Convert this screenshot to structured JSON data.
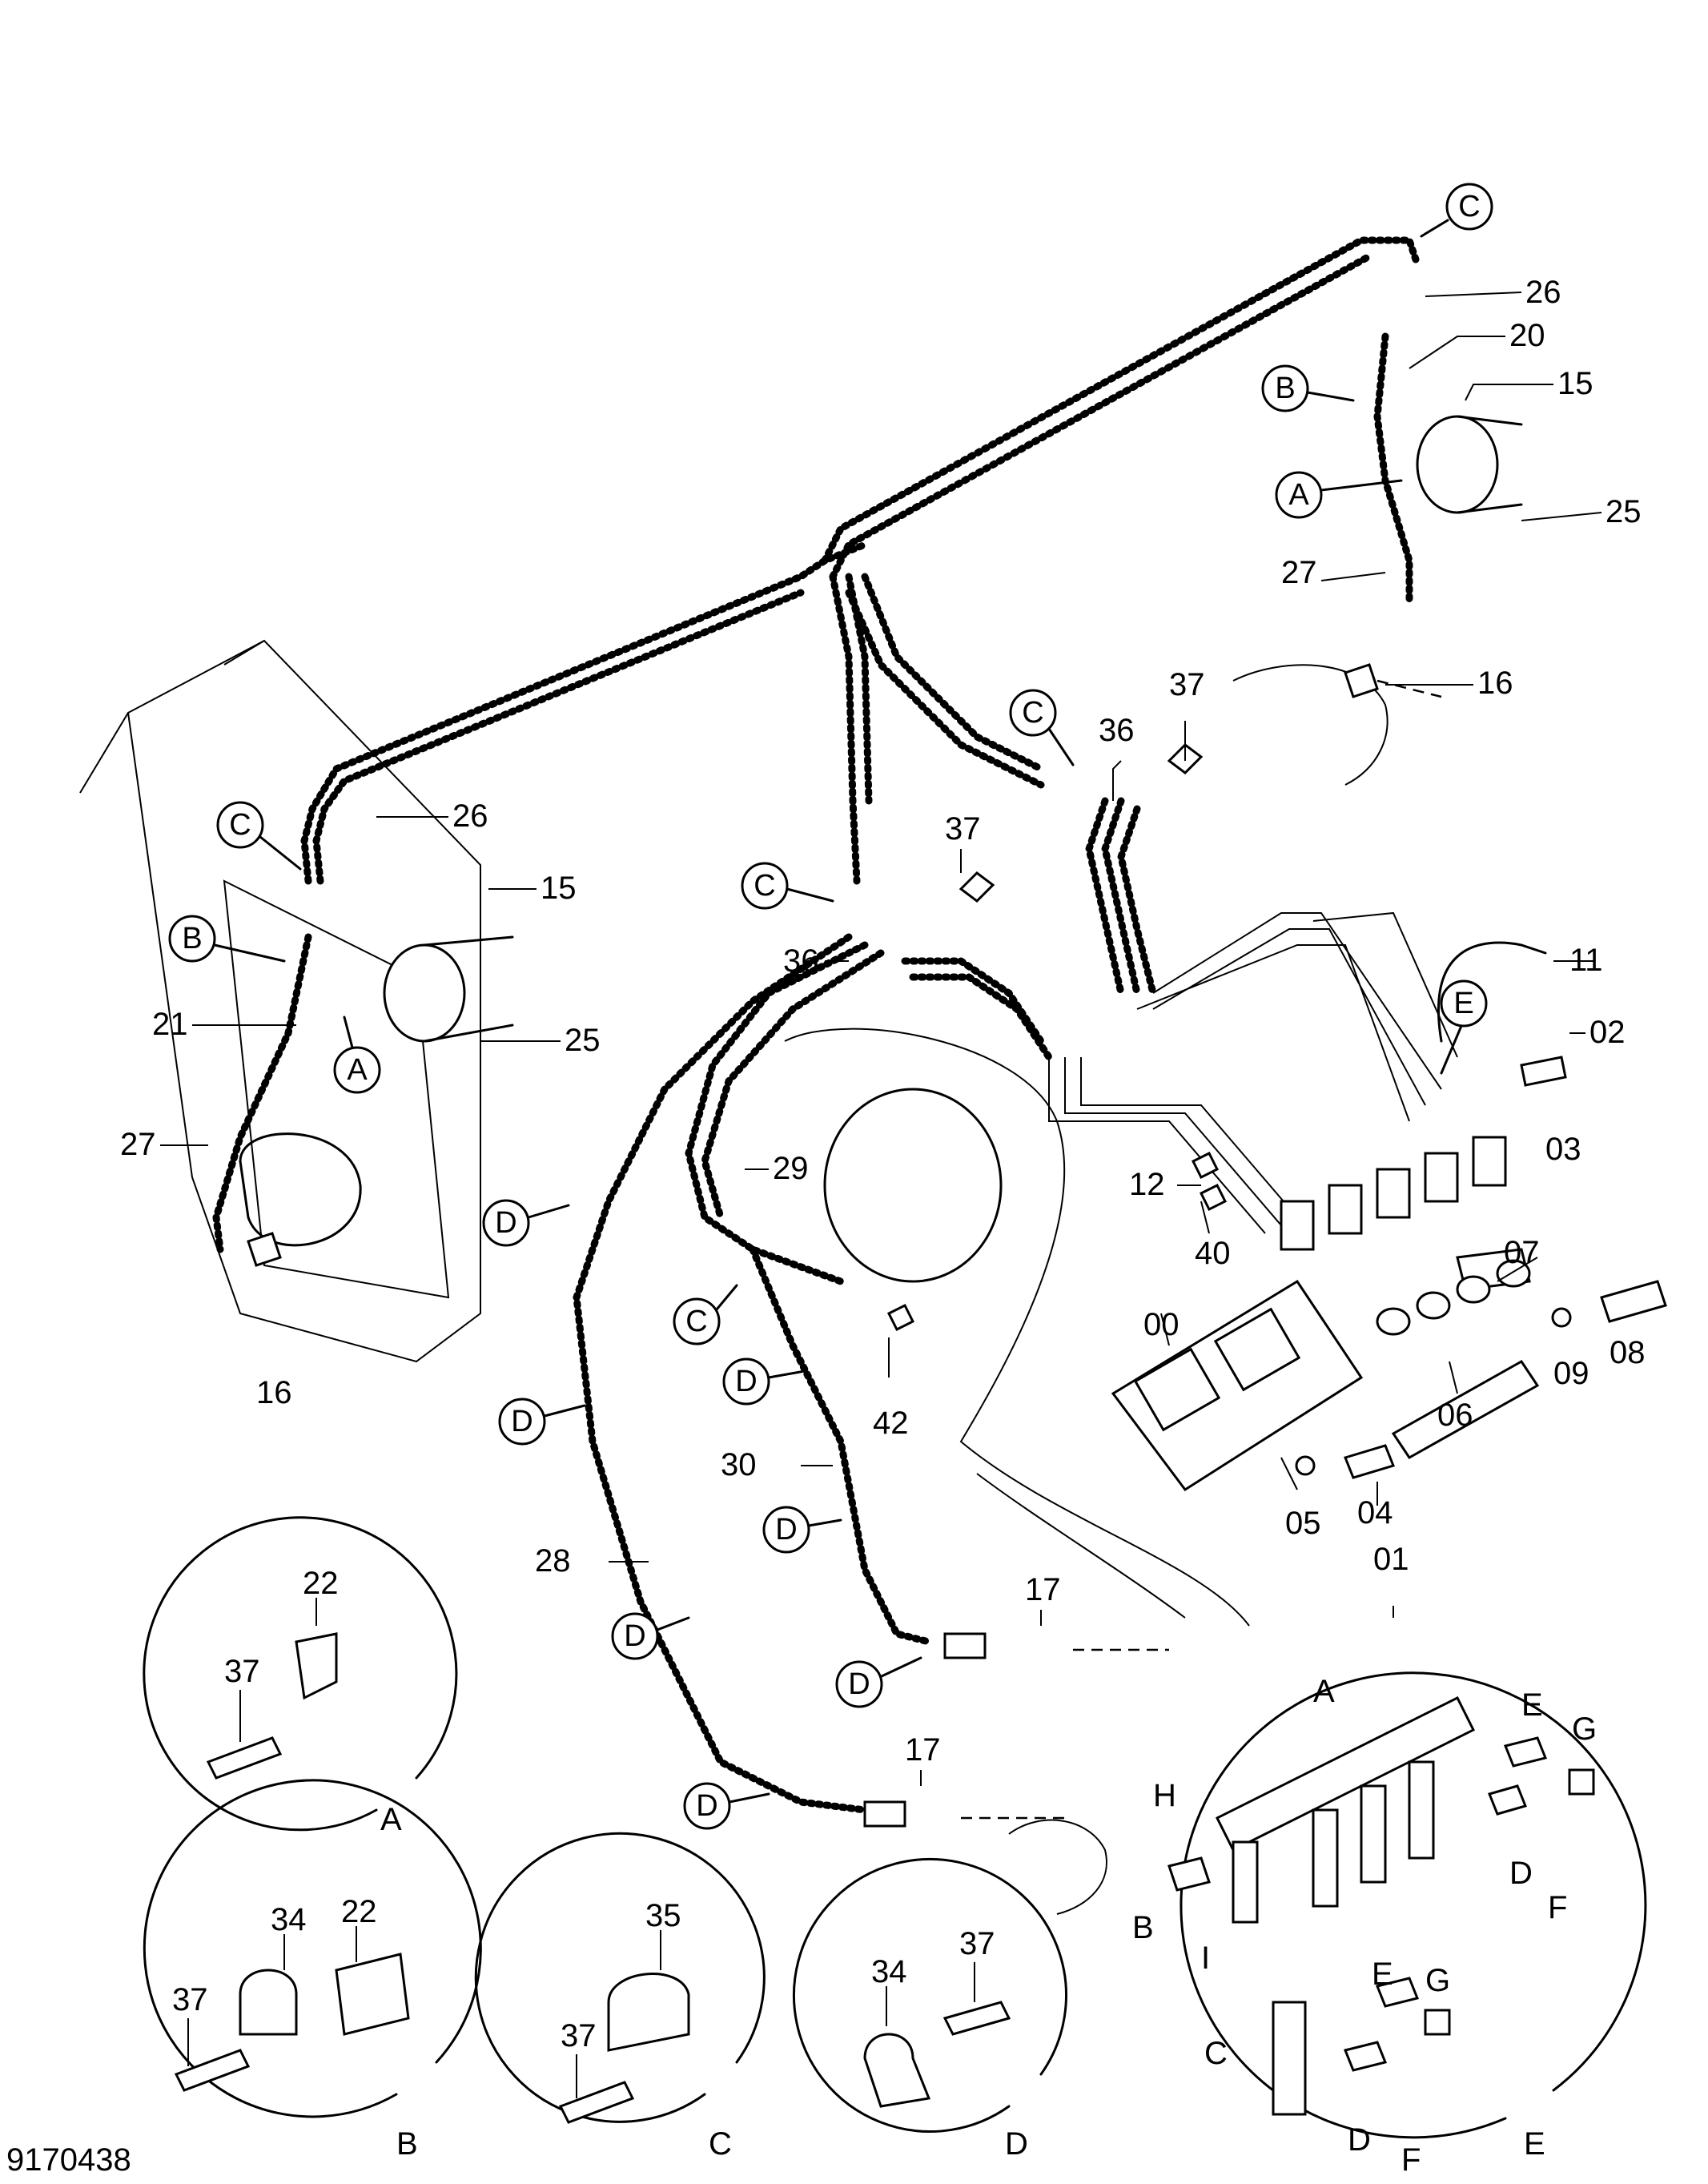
{
  "drawing_id": "9170438",
  "callouts": {
    "c00": "00",
    "c01": "01",
    "c02": "02",
    "c03": "03",
    "c04": "04",
    "c05": "05",
    "c06": "06",
    "c07": "07",
    "c08": "08",
    "c09": "09",
    "c11": "11",
    "c12": "12",
    "c15a": "15",
    "c15b": "15",
    "c16a": "16",
    "c16b": "16",
    "c17a": "17",
    "c17b": "17",
    "c20": "20",
    "c21": "21",
    "c22a": "22",
    "c22b": "22",
    "c25a": "25",
    "c25b": "25",
    "c26a": "26",
    "c26b": "26",
    "c27a": "27",
    "c27b": "27",
    "c28": "28",
    "c29": "29",
    "c30": "30",
    "c34a": "34",
    "c34b": "34",
    "c35": "35",
    "c36a": "36",
    "c36b": "36",
    "c37a": "37",
    "c37b": "37",
    "c37c": "37",
    "c37d": "37",
    "c37e": "37",
    "c37f": "37",
    "c40": "40",
    "c42": "42"
  },
  "circle_refs": {
    "rC1": "C",
    "rB1": "B",
    "rA1": "A",
    "rC2": "C",
    "rB2": "B",
    "rA2": "A",
    "rC3": "C",
    "rC4": "C",
    "rC5": "C",
    "rD1": "D",
    "rD2": "D",
    "rD3": "D",
    "rD4": "D",
    "rD5": "D",
    "rD6": "D",
    "rE1": "E"
  },
  "detail_views": {
    "A": {
      "label": "A"
    },
    "B": {
      "label": "B"
    },
    "C": {
      "label": "C"
    },
    "D": {
      "label": "D"
    },
    "E": {
      "label": "E"
    }
  },
  "detail_e_parts": {
    "A": "A",
    "B": "B",
    "C": "C",
    "D1": "D",
    "D2": "D",
    "E1": "E",
    "E2": "E",
    "F1": "F",
    "F2": "F",
    "G1": "G",
    "G2": "G",
    "H": "H",
    "I": "I"
  }
}
